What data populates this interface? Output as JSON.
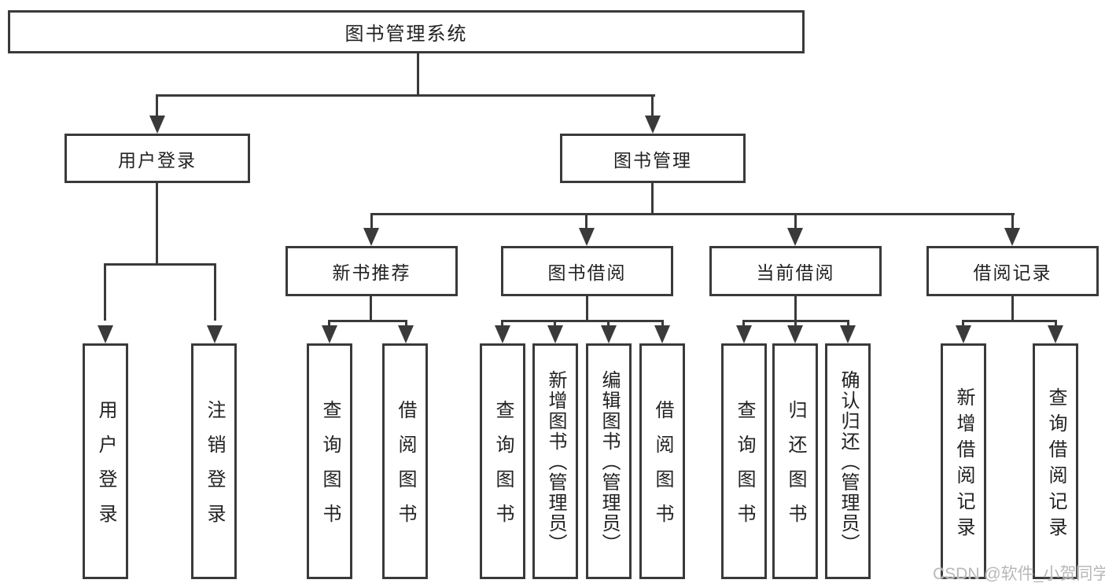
{
  "diagram": {
    "title": "图书管理系统",
    "level2": {
      "user_login": "用户登录",
      "book_mgmt": "图书管理"
    },
    "level3": {
      "new_books": "新书推荐",
      "book_borrow": "图书借阅",
      "current_borrow": "当前借阅",
      "borrow_records": "借阅记录"
    },
    "leaves": {
      "user_login": [
        "用户登录",
        "注销登录"
      ],
      "new_books": [
        "查询图书",
        "借阅图书"
      ],
      "book_borrow": [
        "查询图书",
        "新增图书（管理员）",
        "编辑图书（管理员）",
        "借阅图书"
      ],
      "current_borrow": [
        "查询图书",
        "归还图书",
        "确认归还（管理员）"
      ],
      "borrow_records": [
        "新增借阅记录",
        "查询借阅记录"
      ]
    }
  },
  "watermark": "CSDN @软件_小贺同学",
  "colors": {
    "line": "#3a3a3a",
    "text": "#222222",
    "watermark": "#b8b8b8",
    "background": "#ffffff"
  }
}
